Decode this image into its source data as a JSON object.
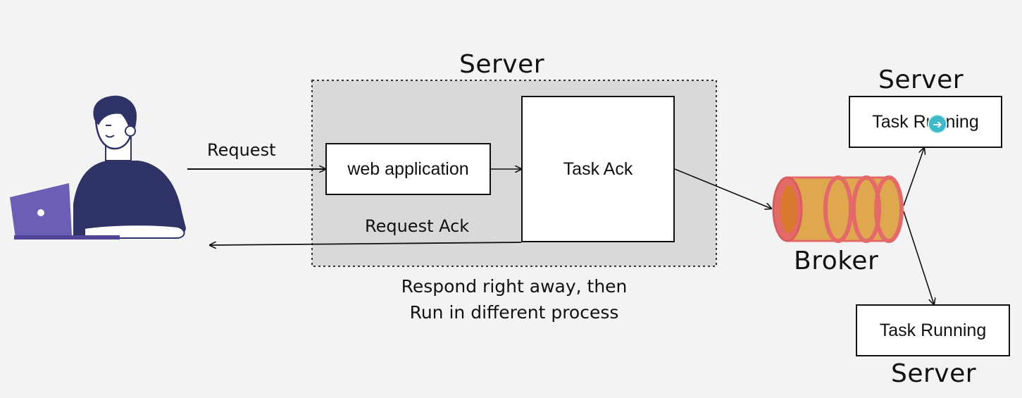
{
  "labels": {
    "server_main": "Server",
    "request": "Request",
    "request_ack": "Request Ack",
    "web_application": "web application",
    "task_ack": "Task Ack",
    "broker": "Broker",
    "server_top": "Server",
    "task_running_top": "Task Running",
    "task_running_bottom": "Task Running",
    "server_bottom": "Server",
    "caption_line1": "Respond right away, then",
    "caption_line2": "Run in different process"
  },
  "colors": {
    "background": "#f3f3f3",
    "server_region": "#d9d9d9",
    "person_shirt": "#2e3264",
    "person_hair": "#2e3264",
    "laptop": "#6a5fb5",
    "broker_body": "#e0a84e",
    "broker_rings": "#e46a6a",
    "cursor": "#3fb8c9"
  }
}
